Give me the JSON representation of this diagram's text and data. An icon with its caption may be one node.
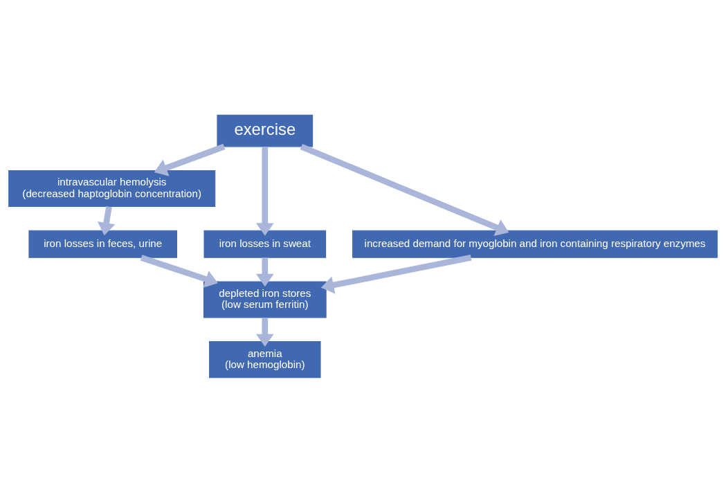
{
  "diagram": {
    "nodes": [
      {
        "text": [
          "exercise"
        ]
      },
      {
        "text": [
          "intravascular hemolysis",
          "(decreased haptoglobin concentration)"
        ]
      },
      {
        "text": [
          "iron losses in sweat"
        ]
      },
      {
        "text": [
          "iron losses in feces, urine"
        ]
      },
      {
        "text": [
          "increased demand for myoglobin and iron containing respiratory enzymes"
        ]
      },
      {
        "text": [
          "depleted iron stores",
          "(low serum ferritin)"
        ]
      },
      {
        "text": [
          "anemia",
          "(low hemoglobin)"
        ]
      }
    ],
    "edges": [
      {
        "from": 0,
        "to": 1,
        "arrow": "to"
      },
      {
        "from": 0,
        "to": 2,
        "arrow": "to"
      },
      {
        "from": 0,
        "to": 4,
        "arrow": "to"
      },
      {
        "from": 1,
        "to": 3,
        "arrow": "to"
      },
      {
        "from": 2,
        "to": 5,
        "arrow": "to"
      },
      {
        "from": 3,
        "to": 5,
        "arrow": "to"
      },
      {
        "from": 4,
        "to": 5,
        "arrow": "to"
      },
      {
        "from": 5,
        "to": 6,
        "arrow": "to"
      }
    ]
  }
}
